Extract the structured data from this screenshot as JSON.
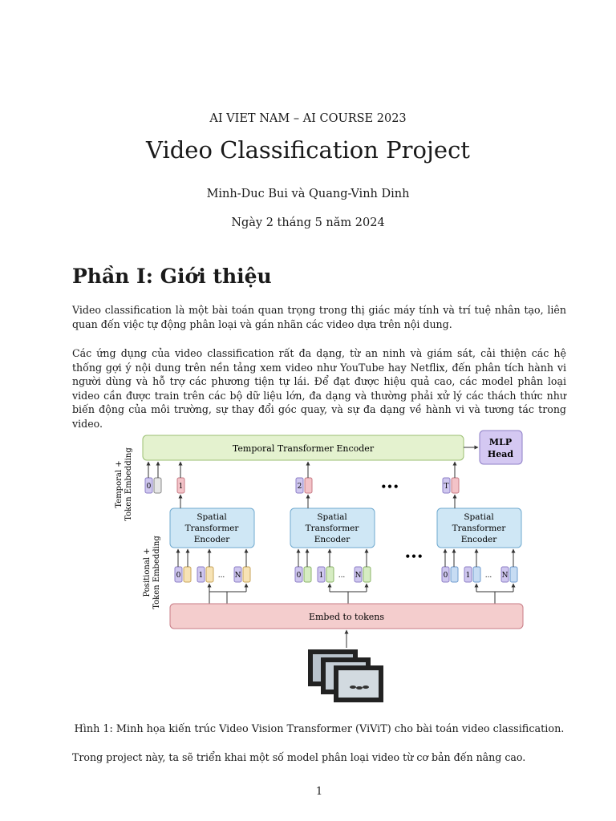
{
  "header": {
    "course": "AI VIET NAM – AI COURSE 2023",
    "title": "Video Classification Project",
    "authors": "Minh-Duc Bui và Quang-Vinh Dinh",
    "date": "Ngày 2 tháng 5 năm 2024"
  },
  "section": {
    "title": "Phần I: Giới thiệu"
  },
  "paragraphs": {
    "p1": "Video classification là một bài toán quan trọng trong thị giác máy tính và trí tuệ nhân tạo, liên quan đến việc tự động phân loại và gán nhãn các video dựa trên nội dung.",
    "p2": "Các ứng dụng của video classification rất đa dạng, từ an ninh và giám sát, cải thiện các hệ thống gợi ý nội dung trên nền tảng xem video như YouTube hay Netflix, đến phân tích hành vi người dùng và hỗ trợ các phương tiện tự lái. Để đạt được hiệu quả cao, các model phân loại video cần được train trên các bộ dữ liệu lớn, đa dạng và thường phải xử lý các thách thức như biến động của môi trường, sự thay đổi góc quay, và sự đa dạng về hành vi và tương tác trong video.",
    "p3": "Trong project này, ta sẽ triển khai một số model phân loại video từ cơ bản đến nâng cao."
  },
  "figure": {
    "temporal_encoder": "Temporal Transformer Encoder",
    "mlp_line1": "MLP",
    "mlp_line2": "Head",
    "temporal_side_line1": "Temporal +",
    "temporal_side_line2": "Token Embedding",
    "positional_side_line1": "Positional +",
    "positional_side_line2": "Token Embedding",
    "spatial_line1": "Spatial",
    "spatial_line2": "Transformer",
    "spatial_line3": "Encoder",
    "embed": "Embed to tokens",
    "temporal_tokens": [
      "0",
      "1",
      "2",
      "T"
    ],
    "spatial_tokens": [
      "0",
      "1",
      "N"
    ],
    "ellipsis": "...",
    "dots": "•••",
    "colors": {
      "temporal_encoder": "#e4f2cf",
      "mlp_head": "#d4c8f2",
      "spatial_encoder": "#cfe7f5",
      "embed": "#f4cdcd",
      "token_purple": "#cfc7ef",
      "token_pink": "#f3c3c8",
      "token_blue": "#c7dcf3",
      "token_yellow": "#f7e3b5",
      "token_green": "#d6ecc2"
    }
  },
  "caption": "Hình 1: Minh họa kiến trúc Video Vision Transformer (ViViT) cho bài toán video classification.",
  "page_number": "1"
}
